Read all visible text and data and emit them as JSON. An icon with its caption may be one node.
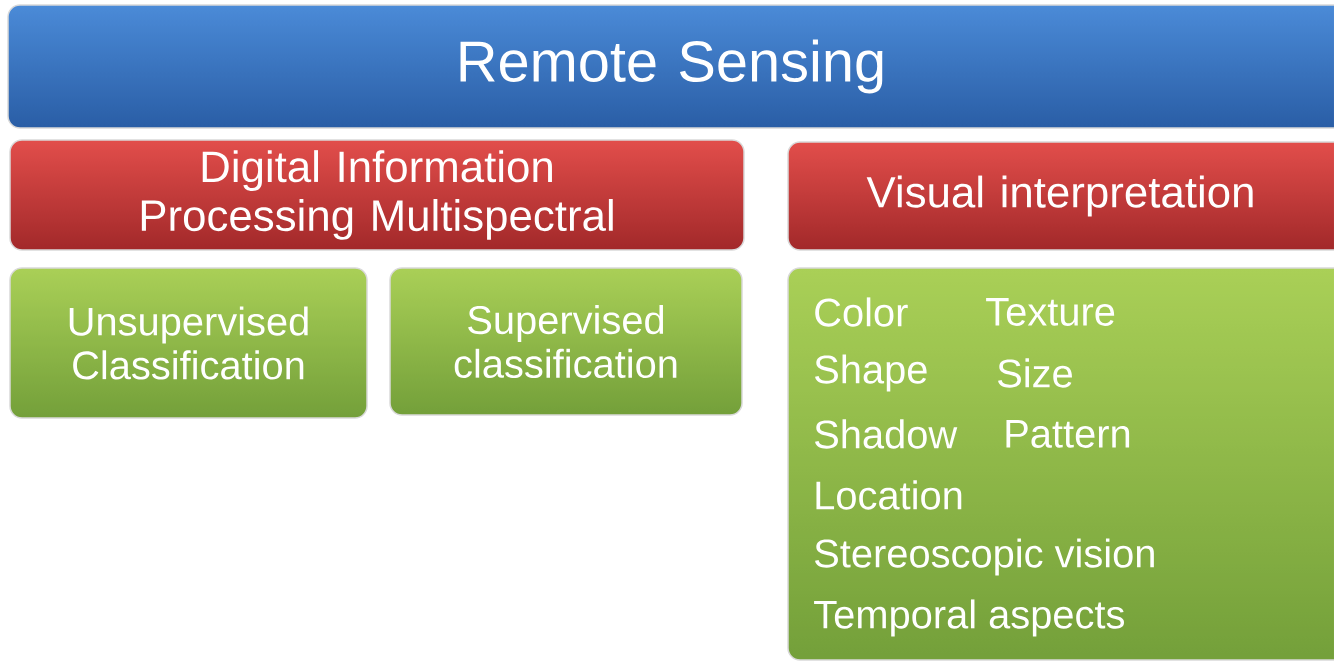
{
  "diagram": {
    "nodes": [
      {
        "text": [
          "Remote Sensing"
        ]
      },
      {
        "text": [
          "Digital Information Processing Multispectral"
        ]
      },
      {
        "text": [
          "Visual interpretation"
        ]
      },
      {
        "text": [
          "Unsupervised Classification"
        ]
      },
      {
        "text": [
          "Supervised classification"
        ]
      },
      {
        "text": [
          "Color",
          "Texture",
          "Shape",
          "Size",
          "Shadow",
          "Pattern",
          "Location",
          "Stereoscopic vision",
          "Temporal aspects"
        ]
      }
    ]
  }
}
